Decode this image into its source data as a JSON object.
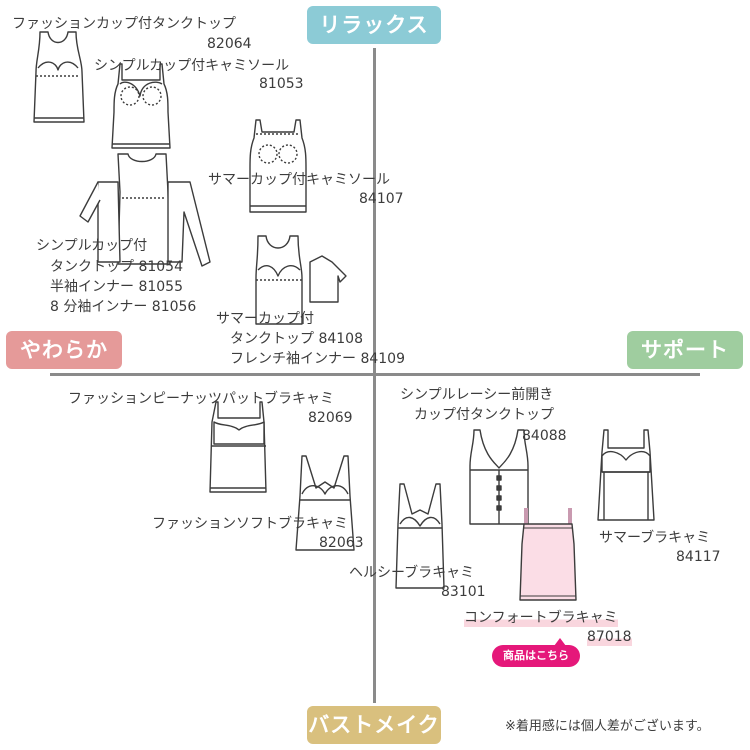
{
  "colors": {
    "relax": "#8ccbd6",
    "soft": "#e59a99",
    "support": "#9fcd9f",
    "bust": "#d9c07e",
    "cta": "#e5187a",
    "featured_fill": "#fbdde6",
    "featured_strap": "#c99ab0"
  },
  "axes": {
    "top": "リラックス",
    "left": "やわらか",
    "right": "サポート",
    "bottom": "バストメイク"
  },
  "products": {
    "p82064": {
      "name": "ファッションカップ付タンクトップ",
      "code": "82064"
    },
    "p81053": {
      "name": "シンプルカップ付キャミソール",
      "code": "81053"
    },
    "p84107": {
      "name": "サマーカップ付キャミソール",
      "code": "84107"
    },
    "p81054": {
      "lines": [
        "シンプルカップ付",
        "タンクトップ 81054",
        "半袖インナー 81055",
        "8 分袖インナー 81056"
      ]
    },
    "p84108": {
      "lines": [
        "サマーカップ付",
        "タンクトップ 84108",
        "フレンチ袖インナー 84109"
      ]
    },
    "p82069": {
      "name": "ファッションピーナッツパットブラキャミ",
      "code": "82069"
    },
    "p84088": {
      "lines": [
        "シンプルレーシー前開き",
        "カップ付タンクトップ"
      ],
      "code": "84088"
    },
    "p82063": {
      "name": "ファッションソフトブラキャミ",
      "code": "82063"
    },
    "p84117": {
      "name": "サマーブラキャミ",
      "code": "84117"
    },
    "p83101": {
      "name": "ヘルシーブラキャミ",
      "code": "83101"
    },
    "p87018": {
      "name": "コンフォートブラキャミ",
      "code": "87018"
    }
  },
  "cta_label": "商品はこちら",
  "note": "※着用感には個人差がございます。"
}
